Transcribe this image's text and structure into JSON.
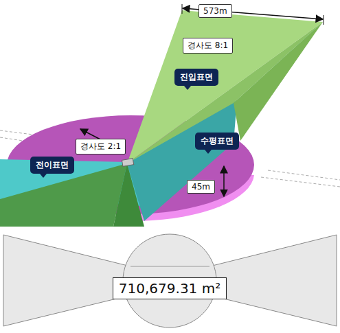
{
  "diagram": {
    "nodes": [
      {
        "text": [
          "573m"
        ]
      },
      {
        "text": [
          "경사도 8:1"
        ]
      },
      {
        "text": [
          "진입표면"
        ]
      },
      {
        "text": [
          "경사도 2:1"
        ]
      },
      {
        "text": [
          "수평표면"
        ]
      },
      {
        "text": [
          "전이표면"
        ]
      },
      {
        "text": [
          "45m"
        ]
      },
      {
        "text": [
          "710,679.31 m²"
        ]
      }
    ]
  }
}
